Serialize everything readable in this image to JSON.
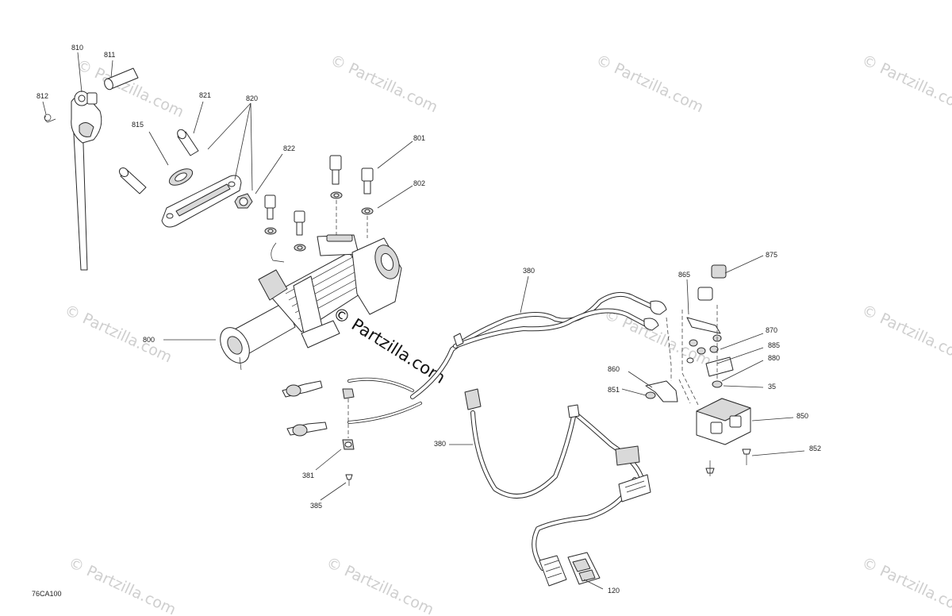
{
  "diagram_code": "76CA100",
  "watermark": {
    "main": "© Partzilla.com",
    "faint": "© Partzilla.com"
  },
  "parts": [
    {
      "id": "p810",
      "label": "810"
    },
    {
      "id": "p811",
      "label": "811"
    },
    {
      "id": "p812",
      "label": "812"
    },
    {
      "id": "p815",
      "label": "815"
    },
    {
      "id": "p821",
      "label": "821"
    },
    {
      "id": "p820",
      "label": "820"
    },
    {
      "id": "p822",
      "label": "822"
    },
    {
      "id": "p801",
      "label": "801"
    },
    {
      "id": "p802",
      "label": "802"
    },
    {
      "id": "p800",
      "label": "800"
    },
    {
      "id": "p380a",
      "label": "380"
    },
    {
      "id": "p380b",
      "label": "380"
    },
    {
      "id": "p381",
      "label": "381"
    },
    {
      "id": "p385",
      "label": "385"
    },
    {
      "id": "p865",
      "label": "865"
    },
    {
      "id": "p875",
      "label": "875"
    },
    {
      "id": "p870",
      "label": "870"
    },
    {
      "id": "p885",
      "label": "885"
    },
    {
      "id": "p880",
      "label": "880"
    },
    {
      "id": "p35",
      "label": "35"
    },
    {
      "id": "p860",
      "label": "860"
    },
    {
      "id": "p851",
      "label": "851"
    },
    {
      "id": "p850",
      "label": "850"
    },
    {
      "id": "p852",
      "label": "852"
    },
    {
      "id": "p120",
      "label": "120"
    }
  ]
}
